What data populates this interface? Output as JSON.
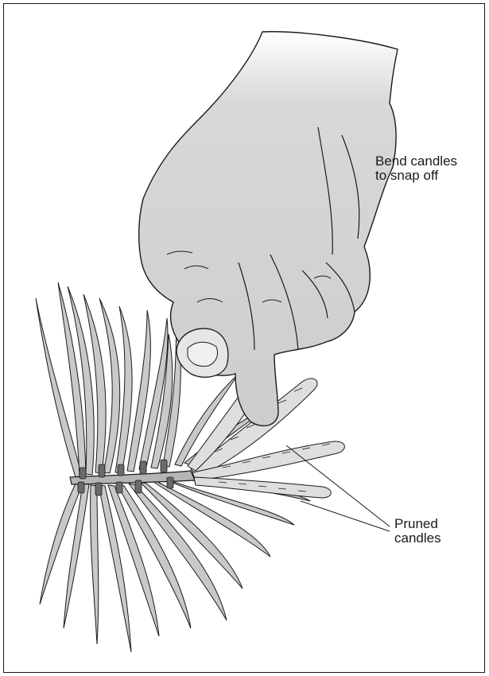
{
  "labels": {
    "bend_line1": "Bend candles",
    "bend_line2": "to snap off",
    "pruned_line1": "Pruned",
    "pruned_line2": "candles"
  },
  "colors": {
    "hand_fill": "#cfcfcf",
    "hand_fill_light": "#e6e6e6",
    "needle_fill": "#c9c9c9",
    "candle_fill": "#dedede",
    "stroke": "#1a1a1a"
  }
}
